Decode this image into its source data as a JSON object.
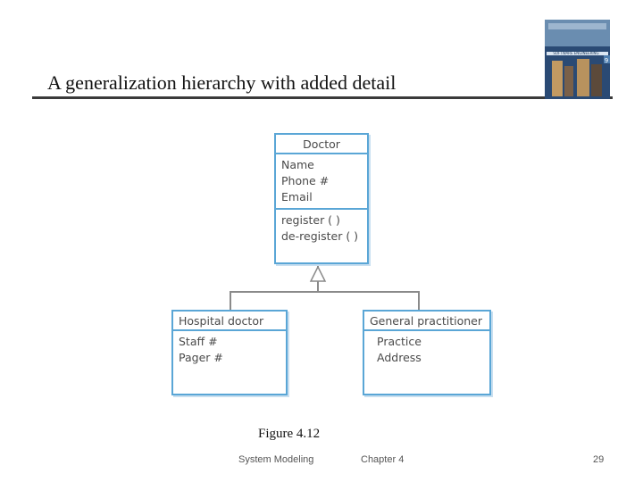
{
  "slide": {
    "title": "A generalization hierarchy with added detail",
    "caption": "Figure 4.12",
    "footer_left": "System Modeling",
    "footer_center": "Chapter 4",
    "page_number": "29"
  },
  "cover_image": {
    "icon": "book-cover-image",
    "title": "SOFTWARE ENGINEERING",
    "edition": "9"
  },
  "diagram": {
    "doctor": {
      "name": "Doctor",
      "attributes": [
        "Name",
        "Phone #",
        "Email"
      ],
      "operations": [
        "register ( )",
        "de-register ( )"
      ]
    },
    "hospital_doctor": {
      "name": "Hospital doctor",
      "attributes": [
        "Staff #",
        "Pager #"
      ]
    },
    "general_practitioner": {
      "name": "General practitioner",
      "attributes": [
        "Practice",
        "Address"
      ]
    },
    "colors": {
      "box_border": "#5aa6d6",
      "connector": "#8a8a8a"
    }
  }
}
